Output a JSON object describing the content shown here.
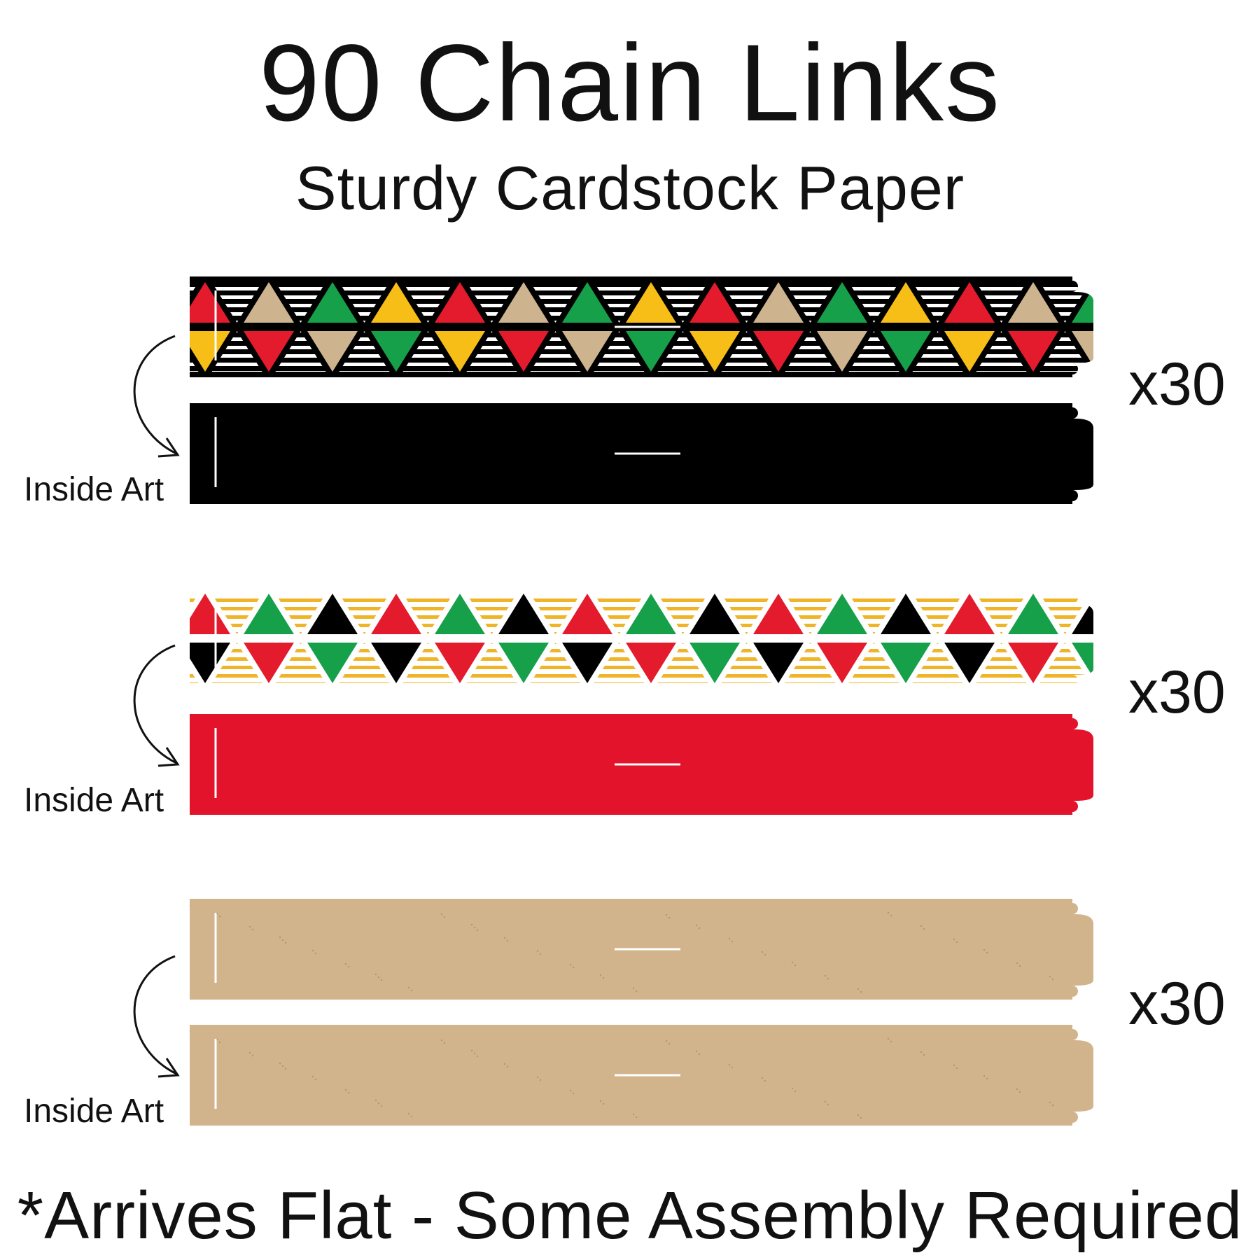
{
  "header": {
    "title": "90 Chain Links",
    "subtitle": "Sturdy Cardstock Paper"
  },
  "sets": [
    {
      "count": "x30",
      "inside_label": "Inside Art",
      "outside": {
        "background": "#000000",
        "stripe": "#ffffff",
        "top_colors": [
          "#e31b2c",
          "#cdb48f",
          "#17a04a",
          "#f6be17"
        ],
        "bottom_colors": [
          "#f6be17",
          "#e31b2c",
          "#cdb48f",
          "#17a04a"
        ]
      },
      "inside": {
        "color": "#000000"
      }
    },
    {
      "count": "x30",
      "inside_label": "Inside Art",
      "outside": {
        "background": "#ffffff",
        "stripe": "#efb428",
        "top_colors": [
          "#e31b2c",
          "#17a04a",
          "#000000"
        ],
        "bottom_colors": [
          "#000000",
          "#e31b2c",
          "#17a04a"
        ]
      },
      "inside": {
        "color": "#e3132b"
      }
    },
    {
      "count": "x30",
      "inside_label": "Inside Art",
      "outside": {
        "color": "#d2b48c"
      },
      "inside": {
        "color": "#d2b48c"
      }
    }
  ],
  "footer": {
    "note": "*Arrives Flat - Some Assembly Required"
  }
}
